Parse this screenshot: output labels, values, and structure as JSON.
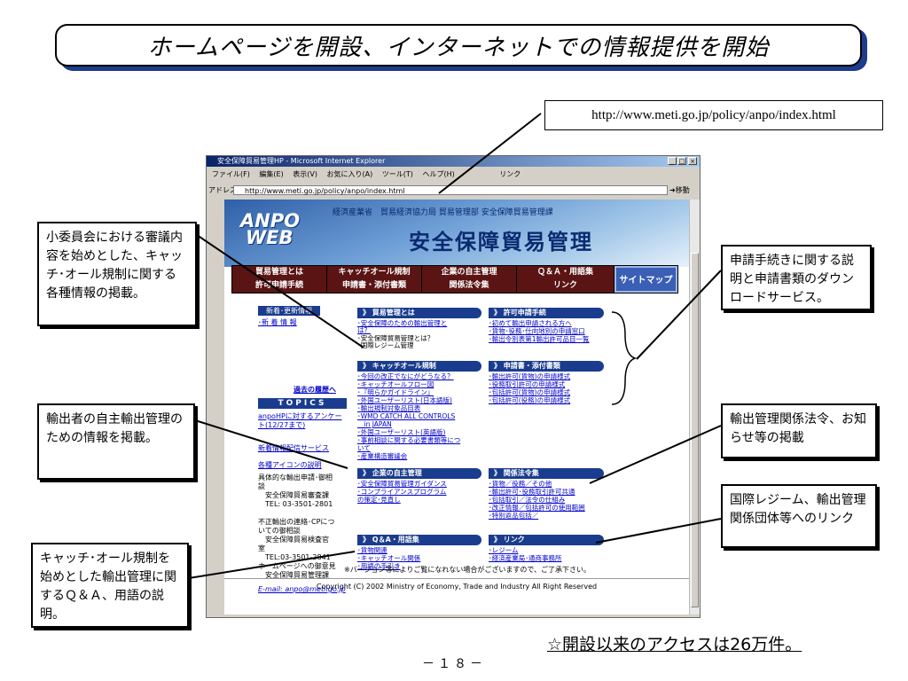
{
  "slide": {
    "title": "ホームページを開設、インターネットでの情報提供を開始",
    "url": "http://www.meti.go.jp/policy/anpo/index.html",
    "access_note": "☆開設以来のアクセスは26万件。",
    "page_number": "－１８－"
  },
  "callouts": [
    "小委員会における審議内容を始めとした、キャッチ･オール規制に関する各種情報の掲載。",
    "輸出者の自主輸出管理のための情報を掲載。",
    "キャッチ･オール規制を始めとした輸出管理に関するＱ＆Ａ、用語の説明。",
    "申請手続きに関する説明と申請書類のダウンロードサービス。",
    "輸出管理関係法令、お知らせ等の掲載",
    "国際レジーム、輸出管理関係団体等へのリンク"
  ],
  "browser": {
    "window_title": "安全保障貿易管理HP - Microsoft Internet Explorer",
    "menu": [
      "ファイル(F)",
      "編集(E)",
      "表示(V)",
      "お気に入り(A)",
      "ツール(T)",
      "ヘルプ(H)",
      "リンク"
    ],
    "address_label": "アドレス(D)",
    "address_value": "http://www.meti.go.jp/policy/anpo/index.html",
    "go_label": "移動"
  },
  "site": {
    "logo_line1": "ANPO",
    "logo_line2": "WEB",
    "org_line": "経済産業省　貿易経済協力局 貿易管理部 安全保障貿易管理課",
    "title": "安全保障貿易管理",
    "nav": [
      "貿易管理とは",
      "キャッチオール規制",
      "企業の自主管理",
      "Ｑ＆Ａ・用語集",
      "許可申請手続",
      "申請書・添付書類",
      "関係法令集",
      "リンク"
    ],
    "nav_sitemap": "サイトマップ",
    "left": {
      "news_header": "新着･更新情報",
      "news_link": "･新 着 情 報",
      "past_link": "過去の履歴へ",
      "topics": "TOPICS",
      "topics_item1": "anpoHPに対するアンケー",
      "topics_item2": "ト(12/27まで)",
      "mail_service": "新着情報配信サービス",
      "icon_desc": "各種アイコンの説明",
      "contact1": "具体的な輸出申請･御相",
      "contact2": "談",
      "contact3": "　安全保障貿易審査課",
      "contact4": "　TEL: 03-3501-2801",
      "contact5": "不正輸出の連絡･CPにつ",
      "contact6": "いての御相談",
      "contact7": "　安全保障貿易検査官",
      "contact8": "室",
      "contact9": "　TEL:03-3501-2841",
      "contact10": "ホームページへの御意見",
      "contact11": "　安全保障貿易管理課",
      "email": "E-mail: anpo@meti.go.jp"
    },
    "sections": {
      "s1": {
        "header": "》 貿易管理とは",
        "items": [
          "･安全保障のための輸出管理と",
          "は？",
          "･安全保障貿易管理とは？",
          "･国際レジーム管理"
        ]
      },
      "s2": {
        "header": "》 キャッチオール規制",
        "items": [
          "･今回の改正でなにがどうなる？",
          "･キャッチオールフロー図",
          "･『明らかガイドライン』",
          "･外国ユーザーリスト(日本語版)",
          "･輸出規制対象品目表",
          "･WMD CATCH ALL CONTROLS",
          "　in JAPAN",
          "･外国ユーザーリスト(英語版)",
          "･事前相談に関する必要書類等につ",
          "いて",
          "･産業構造審議会"
        ]
      },
      "s3": {
        "header": "》 企業の自主管理",
        "items": [
          "･安全保障貿易管理ガイダンス",
          "･コンプライアンスプログラム",
          "の策定･見直し"
        ]
      },
      "s4": {
        "header": "》 Q＆A・用語集",
        "items": [
          "･貨物関連",
          "･キャッチオール関係",
          "･用語の手引き"
        ]
      },
      "s5": {
        "header": "》 許可申請手続",
        "items": [
          "･初めて輸出申請される方へ",
          "･貨物･役務･仕向地別の申請窓口",
          "･輸出令別表第1輸出許可品目一覧"
        ]
      },
      "s6": {
        "header": "》 申請書・添付書類",
        "items": [
          "･輸出許可(貨物)の申請様式",
          "･役務取引許可の申請様式",
          "･包括許可(貨物)の申請様式",
          "･包括許可(役務)の申請様式"
        ]
      },
      "s7": {
        "header": "》 関係法令集",
        "items": [
          "･貨物／役務／その他",
          "･輸出許可･役務取引許可共通",
          "･包括取引／法令の仕組み",
          "･改正情報／包括許可の使用範囲",
          "･特別返品包括／"
        ]
      },
      "s8": {
        "header": "》 リンク",
        "items": [
          "･レジーム",
          "･経済産業局･通商事務所"
        ]
      }
    },
    "footer_note": "※バージョン等によりご覧になれない場合がございますので、ご了承下さい。",
    "copyright": "Copyright (C) 2002 Ministry of Economy, Trade and Industry All Right Reserved"
  }
}
